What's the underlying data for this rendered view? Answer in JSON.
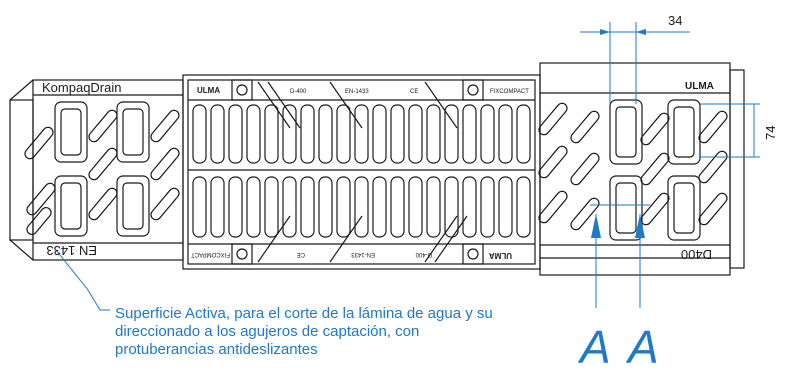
{
  "labels": {
    "left_brand": "KompaqDrain",
    "left_standard": "EN 1433",
    "right_brand": "ULMA",
    "right_class": "D400",
    "grate_brand": "ULMA",
    "grate_marks_top": [
      "D-400",
      "EN-1433",
      "CE",
      "FIXCOMPACT"
    ],
    "grate_marks_bottom": [
      "FIXCOMPACT",
      "CE",
      "EN-1433",
      "D-400"
    ]
  },
  "dimensions": {
    "width_34": "34",
    "height_74": "74"
  },
  "callout": {
    "text": "Superficie Activa, para el corte de la lámina de agua y su direccionado a los agujeros de captación, con protuberancias antideslizantes"
  },
  "section": {
    "marker": "A A"
  },
  "colors": {
    "line": "#1a1a1a",
    "dimension": "#1f78c8",
    "background": "#ffffff"
  }
}
